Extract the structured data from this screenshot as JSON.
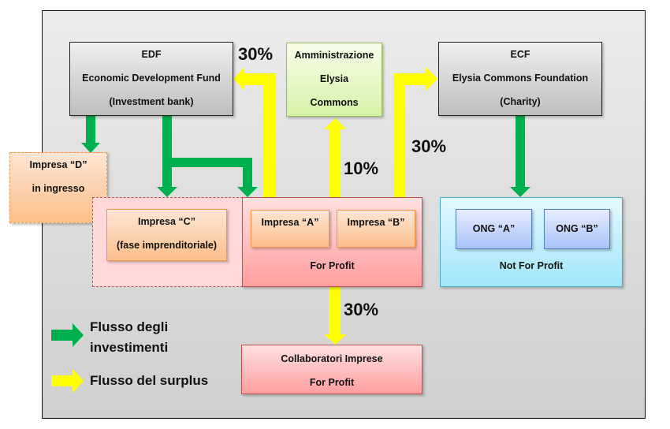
{
  "edf": {
    "l1": "EDF",
    "l2": "Economic Development Fund",
    "l3": "(Investment bank)"
  },
  "admin": {
    "l1": "Amministrazione",
    "l2": "Elysia",
    "l3": "Commons"
  },
  "ecf": {
    "l1": "ECF",
    "l2": "Elysia Commons Foundation",
    "l3": "(Charity)"
  },
  "impresa_d": {
    "l1": "Impresa “D”",
    "l2": "in ingresso"
  },
  "impresa_c": {
    "l1": "Impresa “C”",
    "l2": "(fase imprenditoriale)"
  },
  "impresa_a": "Impresa “A”",
  "impresa_b": "Impresa “B”",
  "for_profit": "For Profit",
  "ong_a": "ONG “A”",
  "ong_b": "ONG “B”",
  "not_for_profit": "Not For Profit",
  "collab": {
    "l1": "Collaboratori Imprese",
    "l2": "For Profit"
  },
  "percentages": {
    "to_edf": "30%",
    "to_admin": "10%",
    "to_ecf": "30%",
    "to_collab": "30%"
  },
  "legend": {
    "investments": "Flusso degli investimenti",
    "surplus": "Flusso del surplus"
  },
  "colors": {
    "investment": "#00b050",
    "surplus": "#ffff00"
  }
}
